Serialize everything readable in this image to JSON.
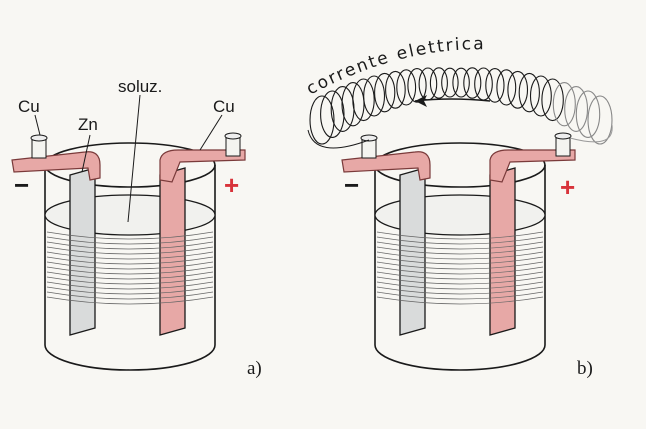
{
  "colors": {
    "copper": "#e7a8a6",
    "copper_dark": "#b4605f",
    "zinc": "#d9dbdb",
    "plus": "#d8333a",
    "ink": "#1a1a1a"
  },
  "cell_a": {
    "label_cu_left": "Cu",
    "label_zn": "Zn",
    "label_solution": "soluz.",
    "label_cu_right": "Cu",
    "minus": "−",
    "plus": "+",
    "caption": "a)"
  },
  "cell_b": {
    "current_label": "corrente elettrica",
    "minus": "−",
    "plus": "+",
    "caption": "b)"
  }
}
